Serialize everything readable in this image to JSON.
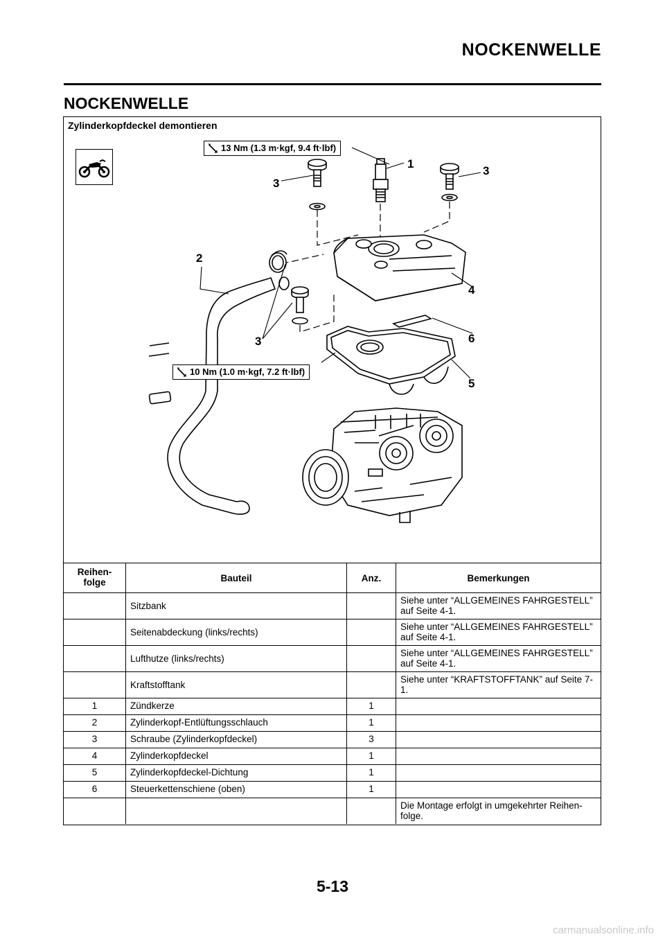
{
  "header": {
    "title": "NOCKENWELLE"
  },
  "section": {
    "title": "NOCKENWELLE"
  },
  "figure": {
    "title": "Zylinderkopfdeckel demontieren",
    "torque_top": "13 Nm (1.3 m·kgf, 9.4 ft·lbf)",
    "torque_bottom": "10 Nm (1.0 m·kgf, 7.2 ft·lbf)",
    "callouts": {
      "c1": "1",
      "c2": "2",
      "c3a": "3",
      "c3b": "3",
      "c3c": "3",
      "c4": "4",
      "c5": "5",
      "c6": "6"
    },
    "icons": {
      "bike": "motorcycle-icon",
      "torque": "torque-wrench-icon"
    }
  },
  "table": {
    "headers": {
      "order": "Reihen-folge",
      "part": "Bauteil",
      "qty": "Anz.",
      "notes": "Bemerkungen"
    },
    "rows": [
      {
        "order": "",
        "part": "Sitzbank",
        "qty": "",
        "notes": "Siehe unter “ALLGEMEINES FAHRG­ESTELL” auf Seite 4-1."
      },
      {
        "order": "",
        "part": "Seitenabdeckung (links/rechts)",
        "qty": "",
        "notes": "Siehe unter “ALLGEMEINES FAHRG­ESTELL” auf Seite 4-1."
      },
      {
        "order": "",
        "part": "Lufthutze (links/rechts)",
        "qty": "",
        "notes": "Siehe unter “ALLGEMEINES FAHRG­ESTELL” auf Seite 4-1."
      },
      {
        "order": "",
        "part": "Kraftstofftank",
        "qty": "",
        "notes": "Siehe unter “KRAFTSTOFFTANK” auf Seite 7-1."
      },
      {
        "order": "1",
        "part": "Zündkerze",
        "qty": "1",
        "notes": ""
      },
      {
        "order": "2",
        "part": "Zylinderkopf-Entlüftungsschlauch",
        "qty": "1",
        "notes": ""
      },
      {
        "order": "3",
        "part": "Schraube (Zylinderkopfdeckel)",
        "qty": "3",
        "notes": ""
      },
      {
        "order": "4",
        "part": "Zylinderkopfdeckel",
        "qty": "1",
        "notes": ""
      },
      {
        "order": "5",
        "part": "Zylinderkopfdeckel-Dichtung",
        "qty": "1",
        "notes": ""
      },
      {
        "order": "6",
        "part": "Steuerkettenschiene (oben)",
        "qty": "1",
        "notes": ""
      },
      {
        "order": "",
        "part": "",
        "qty": "",
        "notes": "Die Montage erfolgt in umgekehrter Reihen­folge."
      }
    ]
  },
  "footer": {
    "page_number": "5-13",
    "watermark": "carmanualsonline.info"
  }
}
